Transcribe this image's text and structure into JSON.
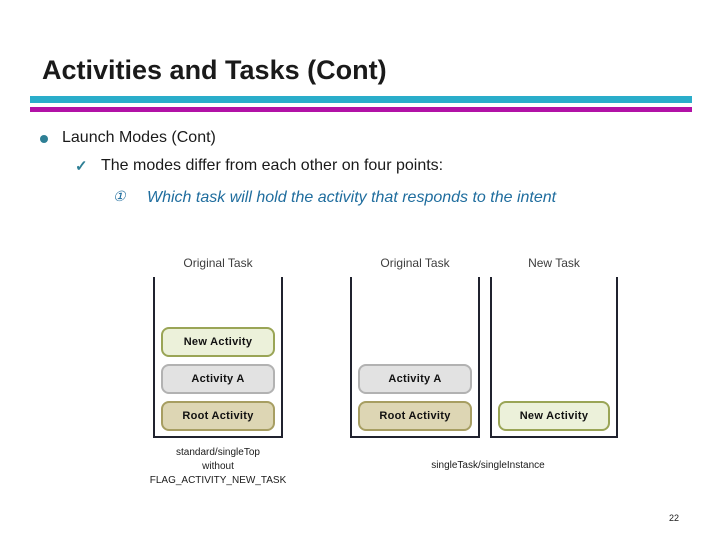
{
  "slide": {
    "title": "Activities and Tasks (Cont)",
    "page_number": "22"
  },
  "colors": {
    "rule_top": "#2aadca",
    "rule_bottom": "#b211a6",
    "bullet_accent": "#2e7f95",
    "emphasis_text": "#1f6d9e",
    "task_border": "#20222e",
    "activity_green_fill": "#ecf1da",
    "activity_green_border": "#9aa556",
    "activity_gray_fill": "#e2e2e2",
    "activity_gray_border": "#b2b2b2",
    "activity_tan_fill": "#ddd6b4",
    "activity_tan_border": "#a79e62"
  },
  "content": {
    "bullet1": "Launch Modes (Cont)",
    "check_marker": "✓",
    "bullet2": "The modes differ from each other on four points:",
    "num_marker": "①",
    "bullet3": "Which task will hold the activity that responds to the intent"
  },
  "diagram": {
    "tasks": [
      {
        "label": "Original Task",
        "activities": [
          {
            "label": "New Activity",
            "style": "green"
          },
          {
            "label": "Activity A",
            "style": "gray"
          },
          {
            "label": "Root Activity",
            "style": "tan"
          }
        ],
        "caption_lines": [
          "standard/singleTop",
          "without",
          "FLAG_ACTIVITY_NEW_TASK"
        ]
      },
      {
        "label": "Original Task",
        "activities": [
          {
            "label": "Activity A",
            "style": "gray"
          },
          {
            "label": "Root Activity",
            "style": "tan"
          }
        ]
      },
      {
        "label": "New Task",
        "activities": [
          {
            "label": "New Activity",
            "style": "green"
          }
        ],
        "caption": "singleTask/singleInstance"
      }
    ]
  }
}
